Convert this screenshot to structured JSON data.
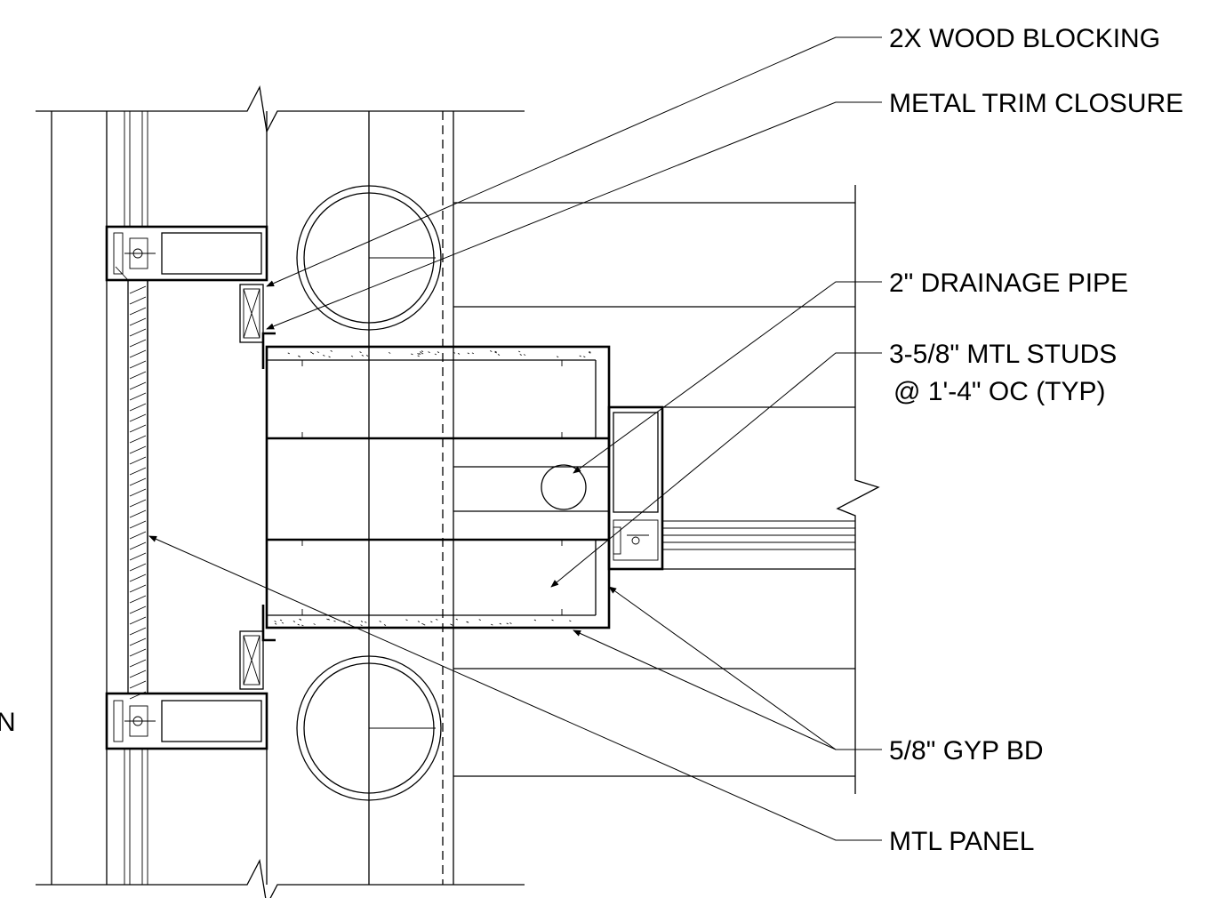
{
  "labels": {
    "wood_blocking": "2X WOOD BLOCKING",
    "metal_trim": "METAL TRIM CLOSURE",
    "drainage_pipe": "2\" DRAINAGE PIPE",
    "mtl_studs_line1": "3-5/8\" MTL STUDS",
    "mtl_studs_line2": "@ 1'-4\" OC (TYP)",
    "gyp_bd": "5/8\" GYP BD",
    "mtl_panel": "MTL PANEL",
    "cut_off_letter": "N"
  },
  "colors": {
    "line": "#000000",
    "background": "#ffffff"
  }
}
